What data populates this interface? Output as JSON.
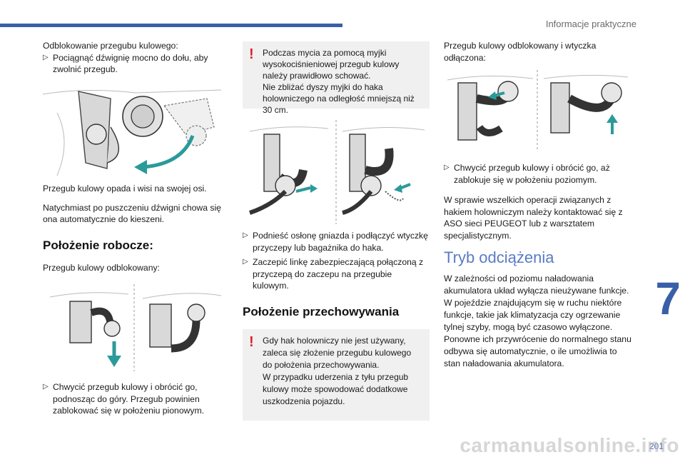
{
  "header": {
    "section_title": "Informacje praktyczne",
    "accent_color": "#3a5fa8"
  },
  "chapter": {
    "number": "7"
  },
  "footer": {
    "page_number": "201",
    "watermark": "carmanualsonline.info"
  },
  "col1": {
    "intro_title": "Odblokowanie przegubu kulowego:",
    "intro_bullet": "Pociągnąć dźwignię mocno do dołu, aby zwolnić przegub.",
    "para1": "Przegub kulowy opada i wisi na swojej osi.",
    "para2": "Natychmiast po puszczeniu dźwigni chowa się ona automatycznie do kieszeni.",
    "heading": "Położenie robocze:",
    "para3": "Przegub kulowy odblokowany:",
    "bullet2": "Chwycić przegub kulowy i obrócić go, podnosząc do góry. Przegub powinien zablokować się w położeniu pionowym."
  },
  "col2": {
    "warning1": "Podczas mycia za pomocą myjki wysokociśnieniowej przegub kulowy należy prawidłowo schować.\nNie zbliżać dyszy myjki do haka holowniczego na odległość mniejszą niż 30 cm.",
    "bullet1": "Podnieść osłonę gniazda i podłączyć wtyczkę przyczepy lub bagażnika do haka.",
    "bullet2": "Zaczepić linkę zabezpieczającą połączoną z przyczepą do zaczepu na przegubie kulowym.",
    "heading": "Położenie przechowywania",
    "warning2": "Gdy hak holowniczy nie jest używany, zaleca się złożenie przegubu kulowego do położenia przechowywania.\nW przypadku uderzenia z tyłu przegub kulowy może spowodować dodatkowe uszkodzenia pojazdu."
  },
  "col3": {
    "para1": "Przegub kulowy odblokowany i wtyczka odłączona:",
    "bullet1": "Chwycić przegub kulowy i obrócić go, aż zablokuje się w położeniu poziomym.",
    "para2": "W sprawie wszelkich operacji związanych z hakiem holowniczym należy kontaktować się z ASO sieci PEUGEOT lub z warsztatem specjalistycznym.",
    "heading": "Tryb odciążenia",
    "para3": "W zależności od poziomu naładowania akumulatora układ wyłącza nieużywane funkcje.\nW pojeździe znajdującym się w ruchu niektóre funkcje, takie jak klimatyzacja czy ogrzewanie tylnej szyby, mogą być czasowo wyłączone.\nPonowne ich przywrócenie do normalnego stanu odbywa się automatycznie, o ile umożliwia to stan naładowania akumulatora."
  },
  "colors": {
    "arrow": "#2b9a9a",
    "warning": "#e11d2a",
    "heading_light": "#5a7bc4"
  }
}
